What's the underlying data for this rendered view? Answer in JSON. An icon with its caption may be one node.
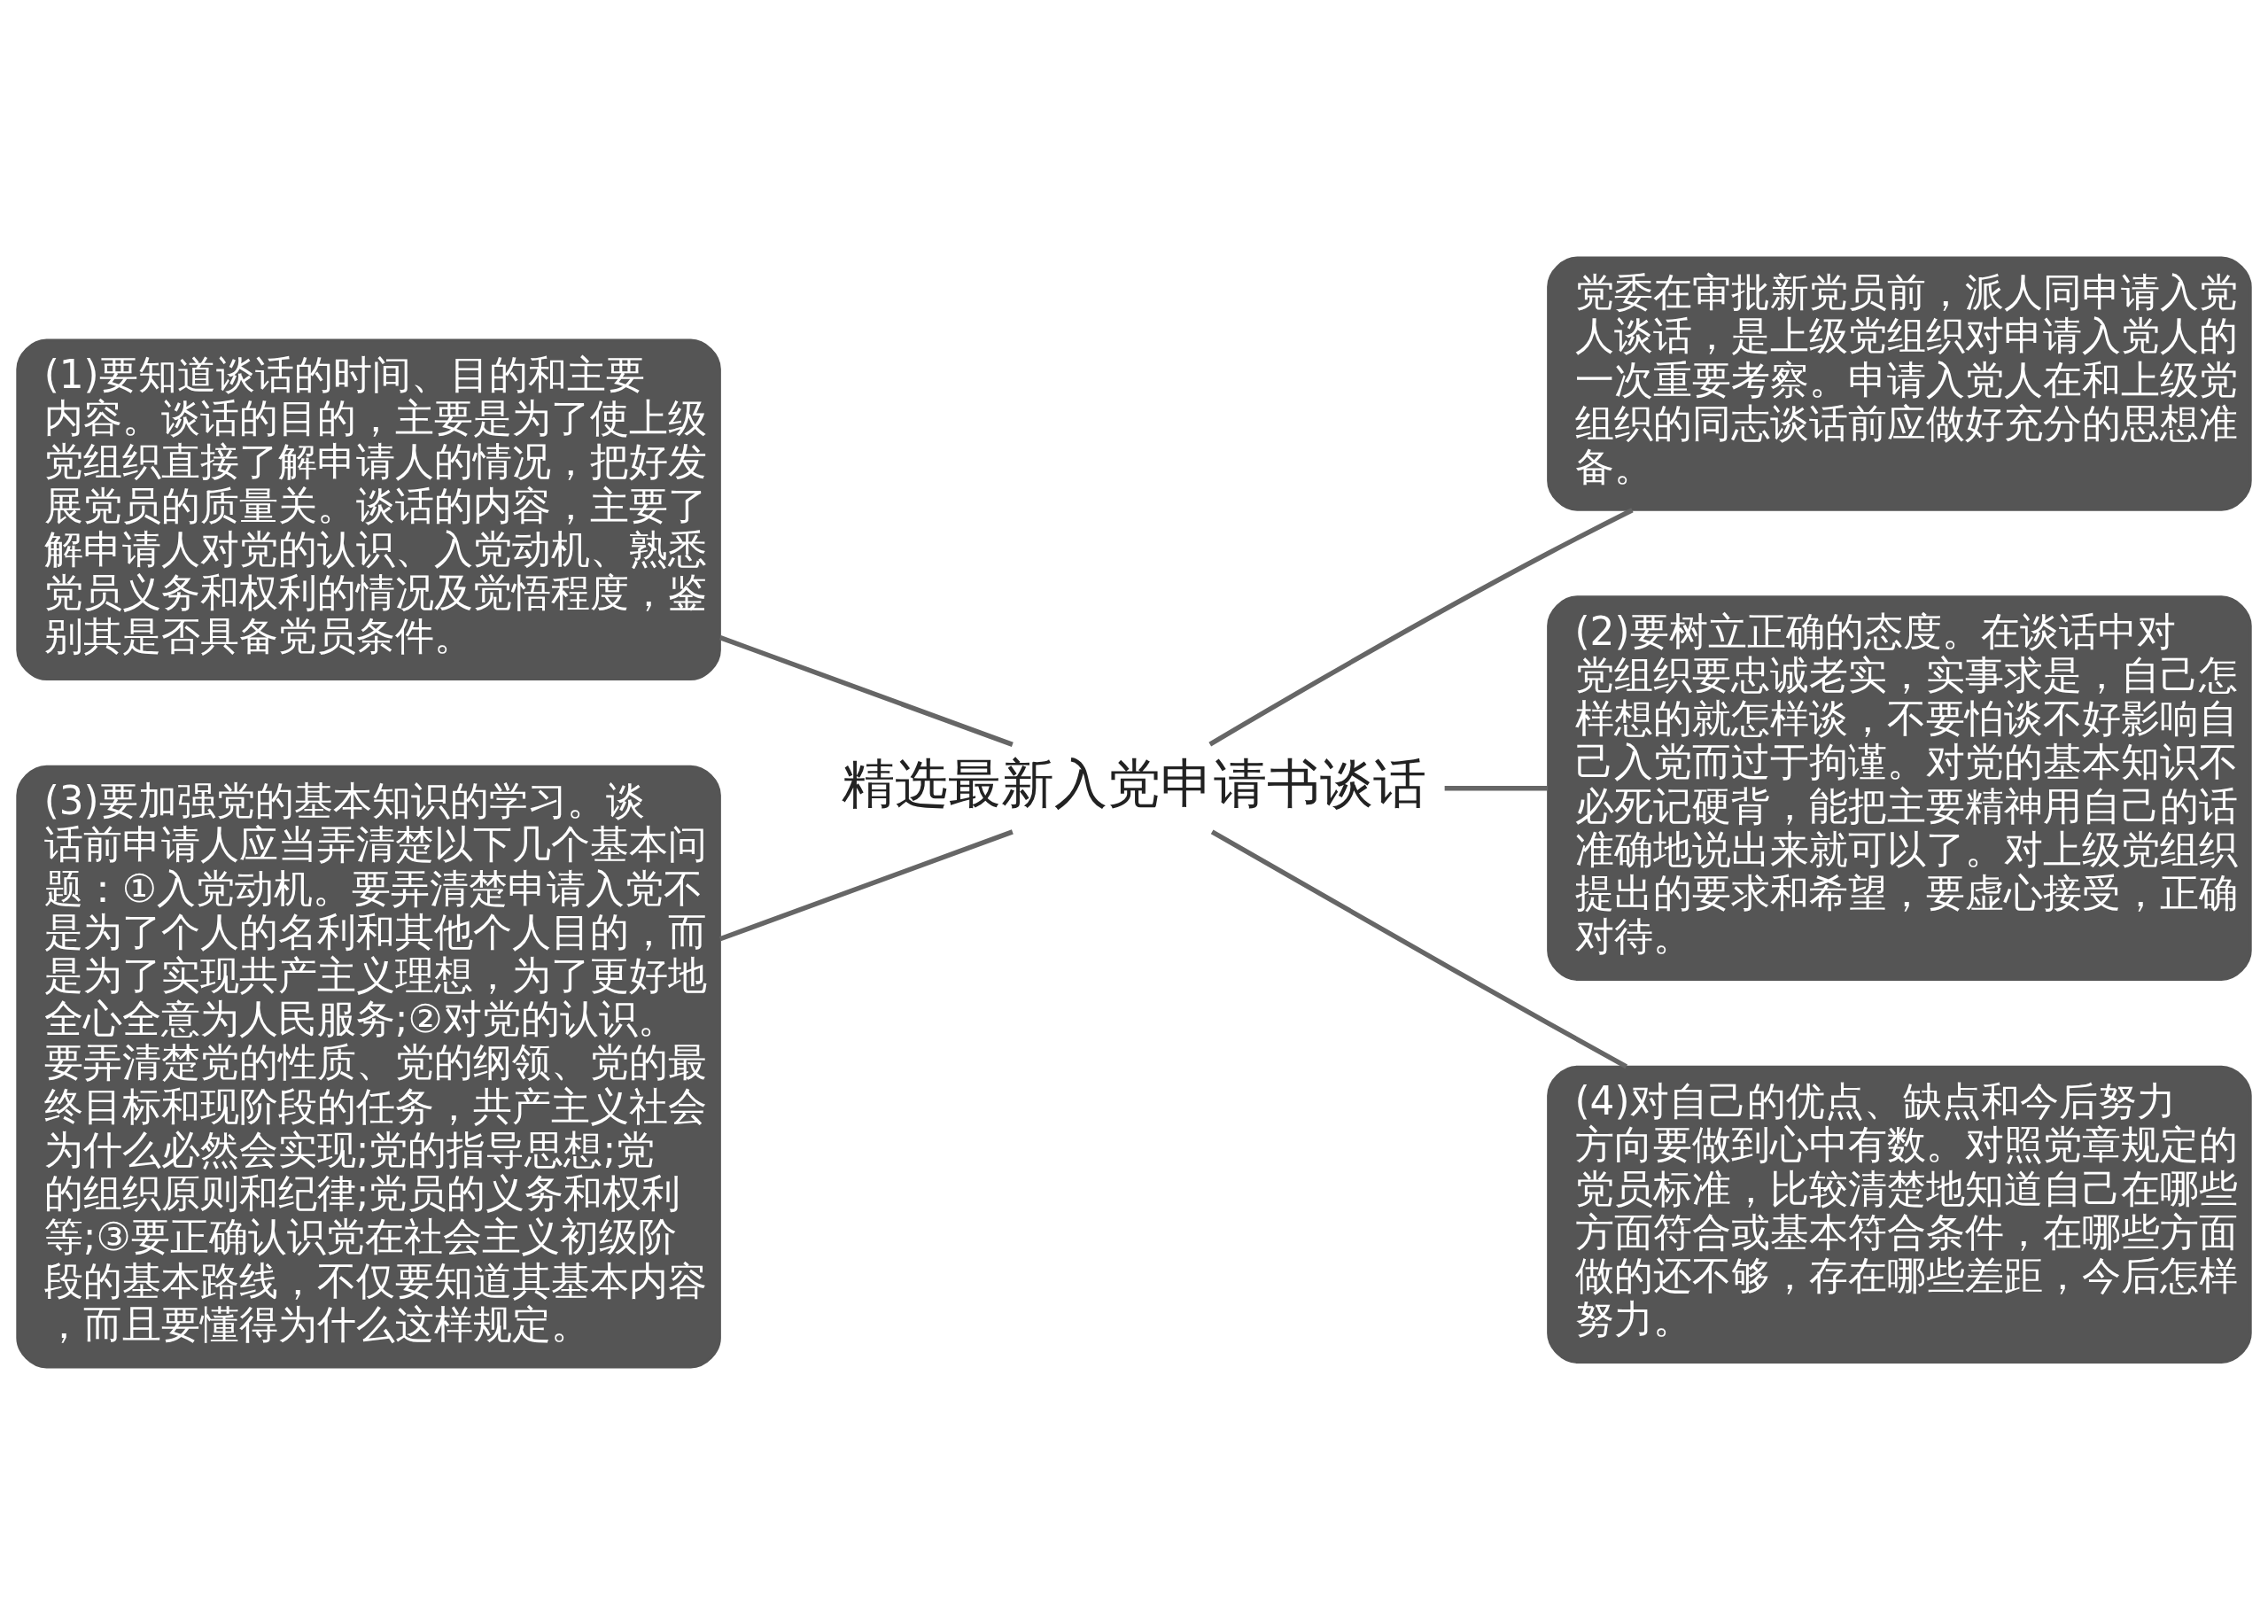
{
  "diagram": {
    "nodes": [
      {
        "text": [
          "精选最新入党申请书谈话"
        ]
      },
      {
        "text": [
          "(1)要知道谈话的时间、目的和主要内容。谈话的目的，主要是为了使上级党组织直接了解申请人的情况，把好发展党员的质量关。谈话的内容，主要了解申请人对党的认识、入党动机、熟悉党员义务和权利的情况及觉悟程度，鉴别其是否具备党员条件。"
        ]
      },
      {
        "text": [
          "(3)要加强党的基本知识的学习。谈话前申请人应当弄清楚以下几个基本问题：①入党动机。要弄清楚申请入党不是为了个人的名利和其他个人目的，而是为了实现共产主义理想，为了更好地全心全意为人民服务;②对党的认识。要弄清楚党的性质、党的纲领、党的最终目标和现阶段的任务，共产主义社会为什么必然会实现;党的指导思想;党的组织原则和纪律;党员的义务和权利等;③要正确认识党在社会主义初级阶段的基本路线，不仅要知道其基本内容，而且要懂得为什么这样规定。"
        ]
      },
      {
        "text": [
          "党委在审批新党员前，派人同申请入党人谈话，是上级党组织对申请入党人的一次重要考察。申请入党人在和上级党组织的同志谈话前应做好充分的思想准备。"
        ]
      },
      {
        "text": [
          "(2)要树立正确的态度。在谈话中对党组织要忠诚老实，实事求是，自己怎样想的就怎样谈，不要怕谈不好影响自己入党而过于拘谨。对党的基本知识不必死记硬背，能把主要精神用自己的话准确地说出来就可以了。对上级党组织提出的要求和希望，要虚心接受，正确对待。"
        ]
      },
      {
        "text": [
          "(4)对自己的优点、缺点和今后努力方向要做到心中有数。对照党章规定的党员标准，比较清楚地知道自己在哪些方面符合或基本符合条件，在哪些方面做的还不够，存在哪些差距，今后怎样努力。"
        ]
      }
    ],
    "edges": [
      {
        "from": 0,
        "to": 1,
        "arrow": "none"
      },
      {
        "from": 0,
        "to": 2,
        "arrow": "none"
      },
      {
        "from": 0,
        "to": 3,
        "arrow": "none"
      },
      {
        "from": 0,
        "to": 4,
        "arrow": "none"
      },
      {
        "from": 0,
        "to": 5,
        "arrow": "none"
      }
    ]
  }
}
